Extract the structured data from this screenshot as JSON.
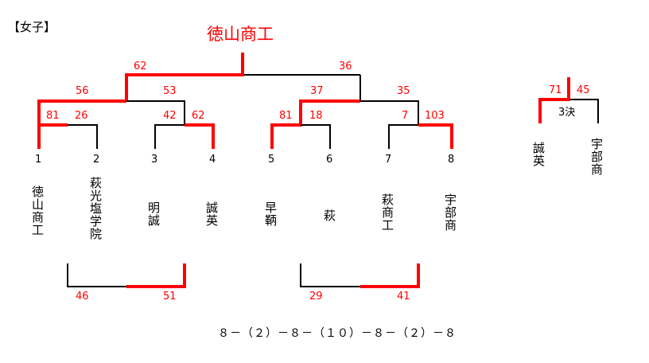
{
  "category": "【女子】",
  "champion": "徳山商工",
  "colors": {
    "win": "#ff0000",
    "line": "#000000"
  },
  "final": {
    "left_score": "62",
    "right_score": "36"
  },
  "semifinals": {
    "left": {
      "left_score": "56",
      "right_score": "53"
    },
    "right": {
      "left_score": "37",
      "right_score": "35"
    }
  },
  "first_round": [
    {
      "left_score": "81",
      "right_score": "26"
    },
    {
      "left_score": "42",
      "right_score": "62"
    },
    {
      "left_score": "81",
      "right_score": "18"
    },
    {
      "left_score": "7",
      "right_score": "103"
    }
  ],
  "teams": [
    {
      "seed": "1",
      "name": "徳山商工"
    },
    {
      "seed": "2",
      "name": "萩光塩学院"
    },
    {
      "seed": "3",
      "name": "明誠"
    },
    {
      "seed": "4",
      "name": "誠英"
    },
    {
      "seed": "5",
      "name": "早鞆"
    },
    {
      "seed": "6",
      "name": "萩"
    },
    {
      "seed": "7",
      "name": "萩商工"
    },
    {
      "seed": "8",
      "name": "宇部商"
    }
  ],
  "consolation": [
    {
      "left_score": "46",
      "right_score": "51"
    },
    {
      "left_score": "29",
      "right_score": "41"
    }
  ],
  "third_place": {
    "label": "3決",
    "left_score": "71",
    "right_score": "45",
    "left_team": "誠英",
    "right_team": "宇部商"
  },
  "footer": "８－（２）－８－（１０）－８－（２）－８"
}
